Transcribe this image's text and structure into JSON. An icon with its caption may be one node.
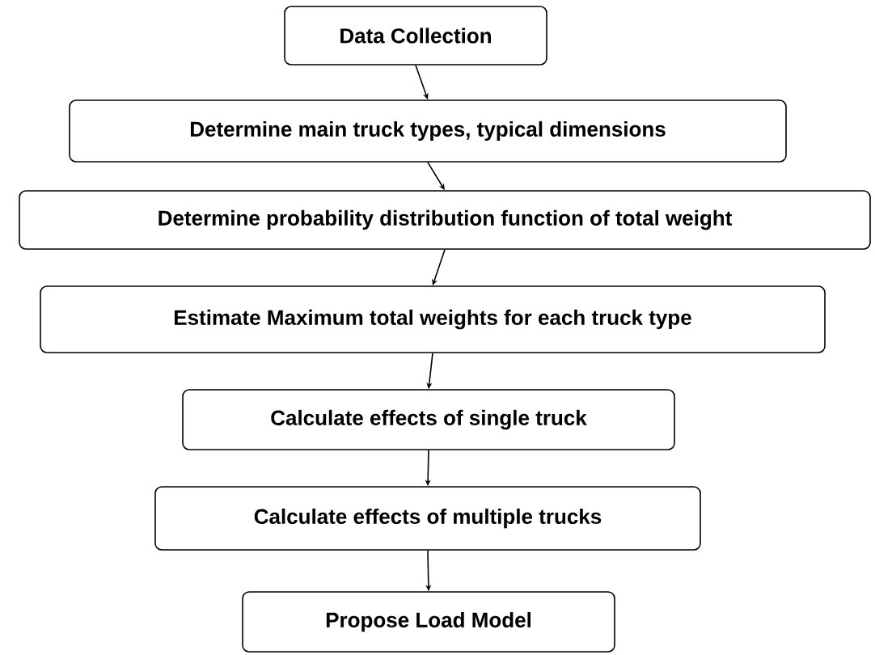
{
  "diagram": {
    "nodes": [
      {
        "text": [
          "Data Collection"
        ]
      },
      {
        "text": [
          "Determine main truck types, typical dimensions"
        ]
      },
      {
        "text": [
          "Determine probability distribution function of total weight"
        ]
      },
      {
        "text": [
          "Estimate Maximum total weights for each truck type"
        ]
      },
      {
        "text": [
          "Calculate effects of single truck"
        ]
      },
      {
        "text": [
          "Calculate effects of multiple trucks"
        ]
      },
      {
        "text": [
          "Propose Load Model"
        ]
      }
    ],
    "edges": [
      {
        "from": 0,
        "to": 1,
        "arrow": "to"
      },
      {
        "from": 1,
        "to": 2,
        "arrow": "to"
      },
      {
        "from": 2,
        "to": 3,
        "arrow": "to"
      },
      {
        "from": 3,
        "to": 4,
        "arrow": "to"
      },
      {
        "from": 4,
        "to": 5,
        "arrow": "to"
      },
      {
        "from": 5,
        "to": 6,
        "arrow": "to"
      }
    ]
  }
}
